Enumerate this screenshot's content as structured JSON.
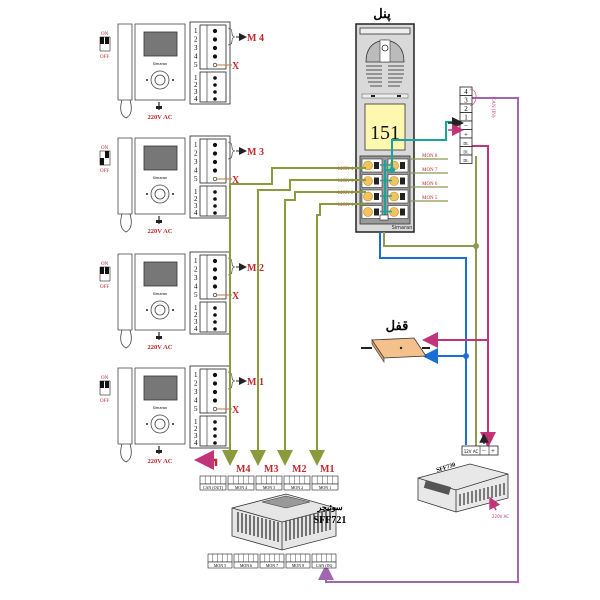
{
  "panel": {
    "title": "پنل",
    "display_number": "151",
    "brand": "Simaran",
    "left_labels": [
      "MON 4",
      "MON 3",
      "MON 2",
      "MON 1"
    ],
    "right_labels": [
      "MON 8",
      "MON 7",
      "MON 6",
      "MON 5"
    ]
  },
  "can_terminal": {
    "pins": [
      "4",
      "3",
      "2",
      "1",
      "−",
      "+",
      "DL",
      "DL",
      "DL"
    ],
    "label": "CAN (IN)",
    "arrow_minus": "−",
    "arrow_plus": "+12"
  },
  "monitors": [
    {
      "label": "M 4",
      "dip": "ON / OFF",
      "power": "220V AC",
      "brand": "Simaran",
      "pins_top": [
        "1",
        "2",
        "3",
        "4",
        "5"
      ],
      "pins_bottom": [
        "1",
        "2",
        "3",
        "4"
      ],
      "x_mark": "X"
    },
    {
      "label": "M 3",
      "dip": "ON / OFF",
      "power": "220V AC",
      "brand": "Simaran",
      "pins_top": [
        "1",
        "2",
        "3",
        "4",
        "5"
      ],
      "pins_bottom": [
        "1",
        "2",
        "3",
        "4"
      ],
      "x_mark": "X"
    },
    {
      "label": "M 2",
      "dip": "ON / OFF",
      "power": "220V AC",
      "brand": "Simaran",
      "pins_top": [
        "1",
        "2",
        "3",
        "4",
        "5"
      ],
      "pins_bottom": [
        "1",
        "2",
        "3",
        "4"
      ],
      "x_mark": "X"
    },
    {
      "label": "M 1",
      "dip": "ON / OFF",
      "power": "220V AC",
      "brand": "Simaran",
      "pins_top": [
        "1",
        "2",
        "3",
        "4",
        "5"
      ],
      "pins_bottom": [
        "1",
        "2",
        "3",
        "4"
      ],
      "x_mark": "X"
    }
  ],
  "dip_labels": {
    "on": "ON",
    "off": "OFF"
  },
  "lock": {
    "title": "قفل"
  },
  "switcher": {
    "title_fa": "سوئیچر",
    "model": "SFF721",
    "top_groups": [
      "CAN (OUT)",
      "MON 4",
      "MON 3",
      "MON 2",
      "MON 1"
    ],
    "top_arrows": [
      "M4",
      "M3",
      "M2",
      "M1"
    ],
    "bottom_groups": [
      "MON 5",
      "MON 6",
      "MON 7",
      "MON 8",
      "CAN (IN)"
    ]
  },
  "power_supply": {
    "model": "SFF730",
    "terminal_label": "12V AC",
    "voltage": "12",
    "minus": "−",
    "plus": "+",
    "input": "220V AC"
  },
  "colors": {
    "wire_green": "#8a9a3c",
    "wire_teal": "#1aa39a",
    "wire_blue": "#1a6fd6",
    "wire_magenta": "#c2347a",
    "wire_purple": "#a066b0",
    "wire_olive": "#8c9a52",
    "label_red": "#c0282e",
    "lock_fill": "#f4c08c",
    "display_fill": "#fdf8b0"
  }
}
